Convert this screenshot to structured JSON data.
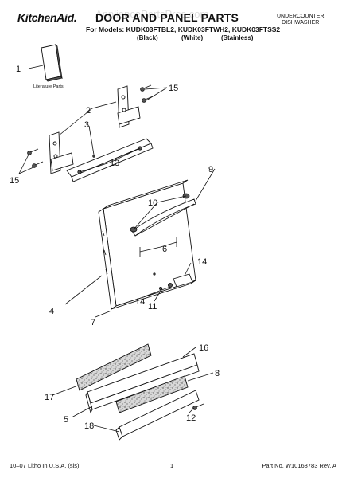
{
  "header": {
    "brand": "KitchenAid.",
    "title": "DOOR AND PANEL PARTS",
    "models_line": "For Models: KUDK03FTBL2, KUDK03FTWH2, KUDK03FTSS2",
    "variants": {
      "black": "(Black)",
      "white": "(White)",
      "stainless": "(Stainless)"
    },
    "doc_type_line1": "UNDERCOUNTER",
    "doc_type_line2": "DISHWASHER"
  },
  "watermark": "AppliancePartsPros.com",
  "parts": {
    "literature_label": "Literature Parts",
    "callouts": {
      "c1": "1",
      "c2": "2",
      "c3": "3",
      "c4": "4",
      "c5": "5",
      "c6": "6",
      "c7": "7",
      "c8": "8",
      "c9": "9",
      "c10": "10",
      "c11": "11",
      "c12": "12",
      "c13": "13",
      "c14a": "14",
      "c14b": "14",
      "c15a": "15",
      "c15b": "15",
      "c16": "16",
      "c17": "17",
      "c18": "18"
    }
  },
  "footer": {
    "left": "10–07 Litho In U.S.A. (sls)",
    "page": "1",
    "right": "Part No. W10168783 Rev. A"
  }
}
